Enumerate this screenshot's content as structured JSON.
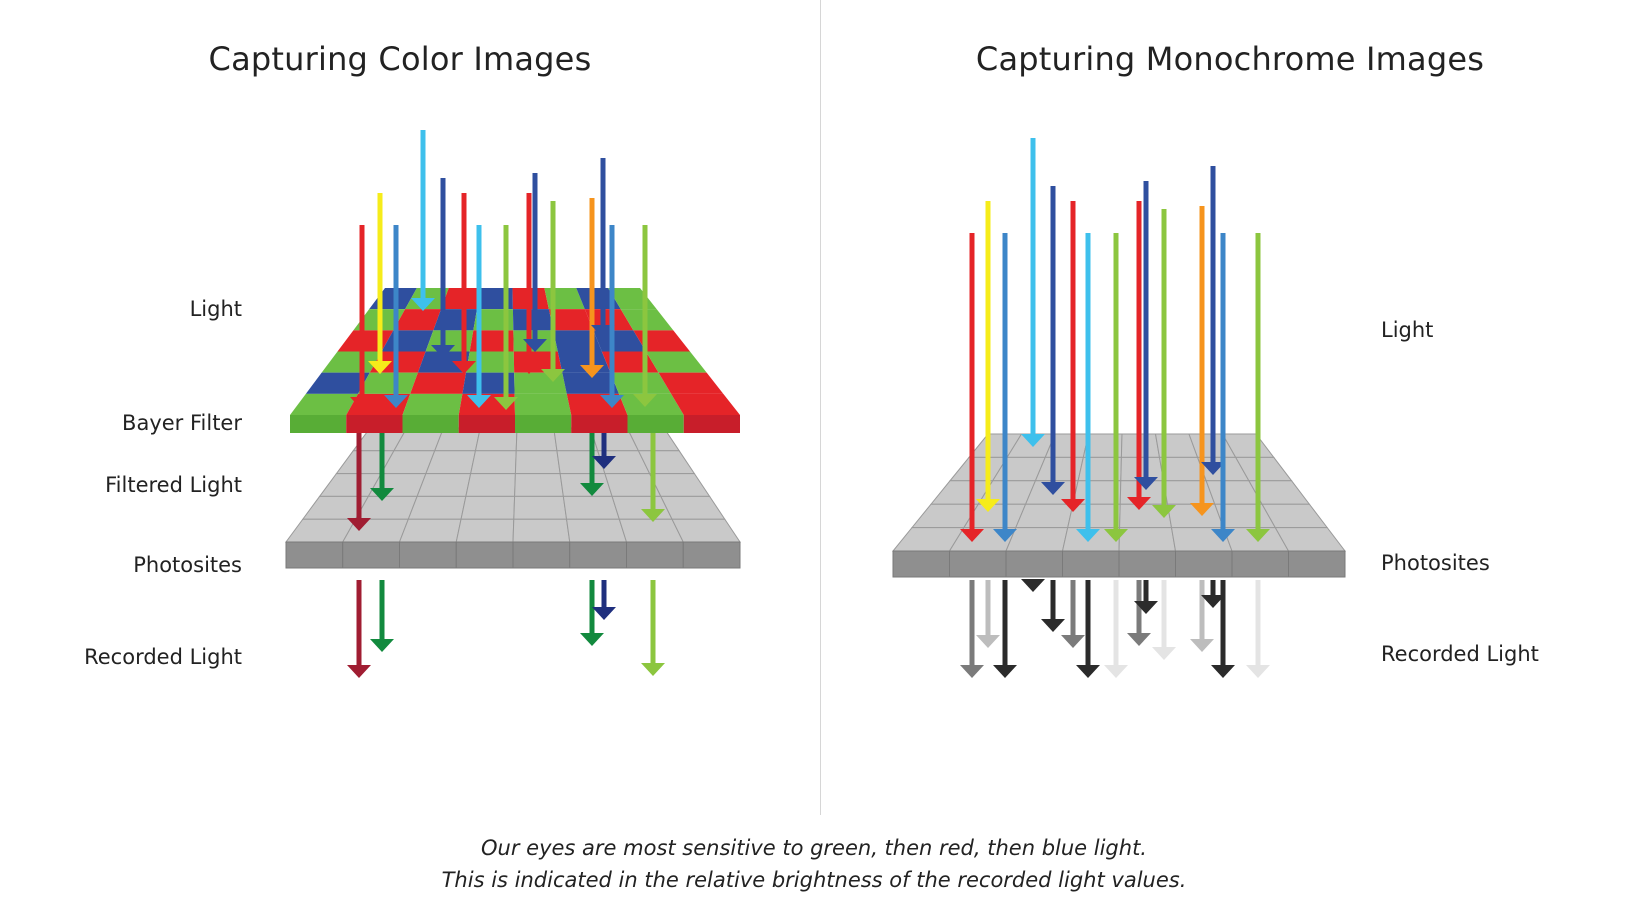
{
  "left_panel": {
    "title": "Capturing Color Images",
    "labels": {
      "light": "Light",
      "bayer_filter": "Bayer Filter",
      "filtered_light": "Filtered Light",
      "photosites": "Photosites",
      "recorded_light": "Recorded Light"
    }
  },
  "right_panel": {
    "title": "Capturing Monochrome Images",
    "labels": {
      "light": "Light",
      "photosites": "Photosites",
      "recorded_light": "Recorded Light"
    }
  },
  "caption": {
    "line1": "Our eyes are most sensitive to green, then red, then blue light.",
    "line2": "This is indicated in the relative brightness of the recorded light values."
  },
  "colors": {
    "red": "#e52428",
    "green": "#6cbf44",
    "blue": "#2f4f9f",
    "light_blue": "#3ec0ec",
    "mid_blue": "#3d86c8",
    "yellow": "#f6ec1a",
    "orange": "#f6941d",
    "lime": "#8cc63f",
    "dark_red": "#a01d32",
    "dark_green": "#128a3e",
    "navy": "#1f2f7e",
    "grid_top": "#c9c9c9",
    "grid_side": "#8f8f8f",
    "gray_dark": "#2b2b2b",
    "gray_mid": "#7b7b7b",
    "gray_light": "#bdbdbd",
    "gray_pale": "#e4e4e4"
  }
}
